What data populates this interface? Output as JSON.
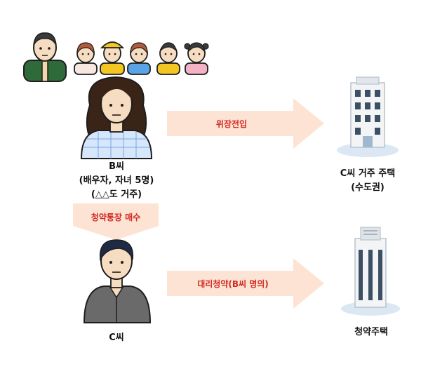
{
  "people": {
    "b_label_line1": "B씨",
    "b_label_line2": "(배우자, 자녀 5명)",
    "b_label_line3": "(△△도 거주)",
    "c_label": "C씨"
  },
  "arrows": {
    "relocation": "위장전입",
    "purchase": "청약통장 매수",
    "proxy": "대리청약(B씨 명의)"
  },
  "buildings": {
    "residence_line1": "C씨 거주 주택",
    "residence_line2": "(수도권)",
    "subscription": "청약주택"
  },
  "colors": {
    "arrow_fill": "#fde3d3",
    "arrow_text": "#d22a22",
    "outline": "#1e1e1e"
  }
}
